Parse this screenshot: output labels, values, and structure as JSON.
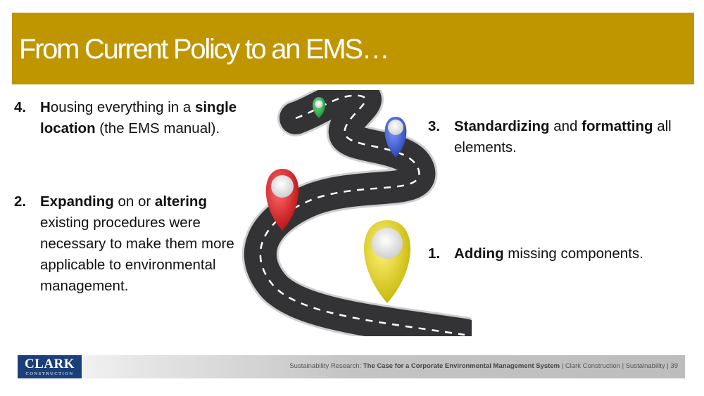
{
  "slide": {
    "title": "From Current Policy to an EMS…"
  },
  "items": {
    "i4": {
      "num": "4.",
      "a": "H",
      "b": "ousing everything in a ",
      "c": "single location",
      "d": " (the EMS manual)."
    },
    "i2": {
      "num": "2.",
      "a": "Expanding",
      "b": " on or ",
      "c": "altering",
      "d": " existing procedures were necessary to make them more applicable to environmental management."
    },
    "i3": {
      "num": "3.",
      "a": "Standardizing",
      "b": " and ",
      "c": "formatting",
      "d": " all elements."
    },
    "i1": {
      "num": "1.",
      "a": "Adding",
      "b": " missing components."
    }
  },
  "footer": {
    "logo_main": "CLARK",
    "logo_sub": "CONSTRUCTION",
    "prefix": "Sustainability Research: ",
    "paper_title": "The Case for a Corporate Environmental Management System",
    "rest": "  |  Clark Construction  |  Sustainability  |  39"
  },
  "icons": {
    "road": "winding-road-illustration",
    "pins": [
      "green-pin",
      "blue-pin",
      "red-pin",
      "yellow-pin"
    ]
  },
  "colors": {
    "title_bar": "#bf9500",
    "pin_green": "#2fae4a",
    "pin_blue": "#3a5ed8",
    "pin_red": "#e0161e",
    "pin_yellow": "#e2d21a",
    "logo_bg": "#1b3f7a"
  }
}
